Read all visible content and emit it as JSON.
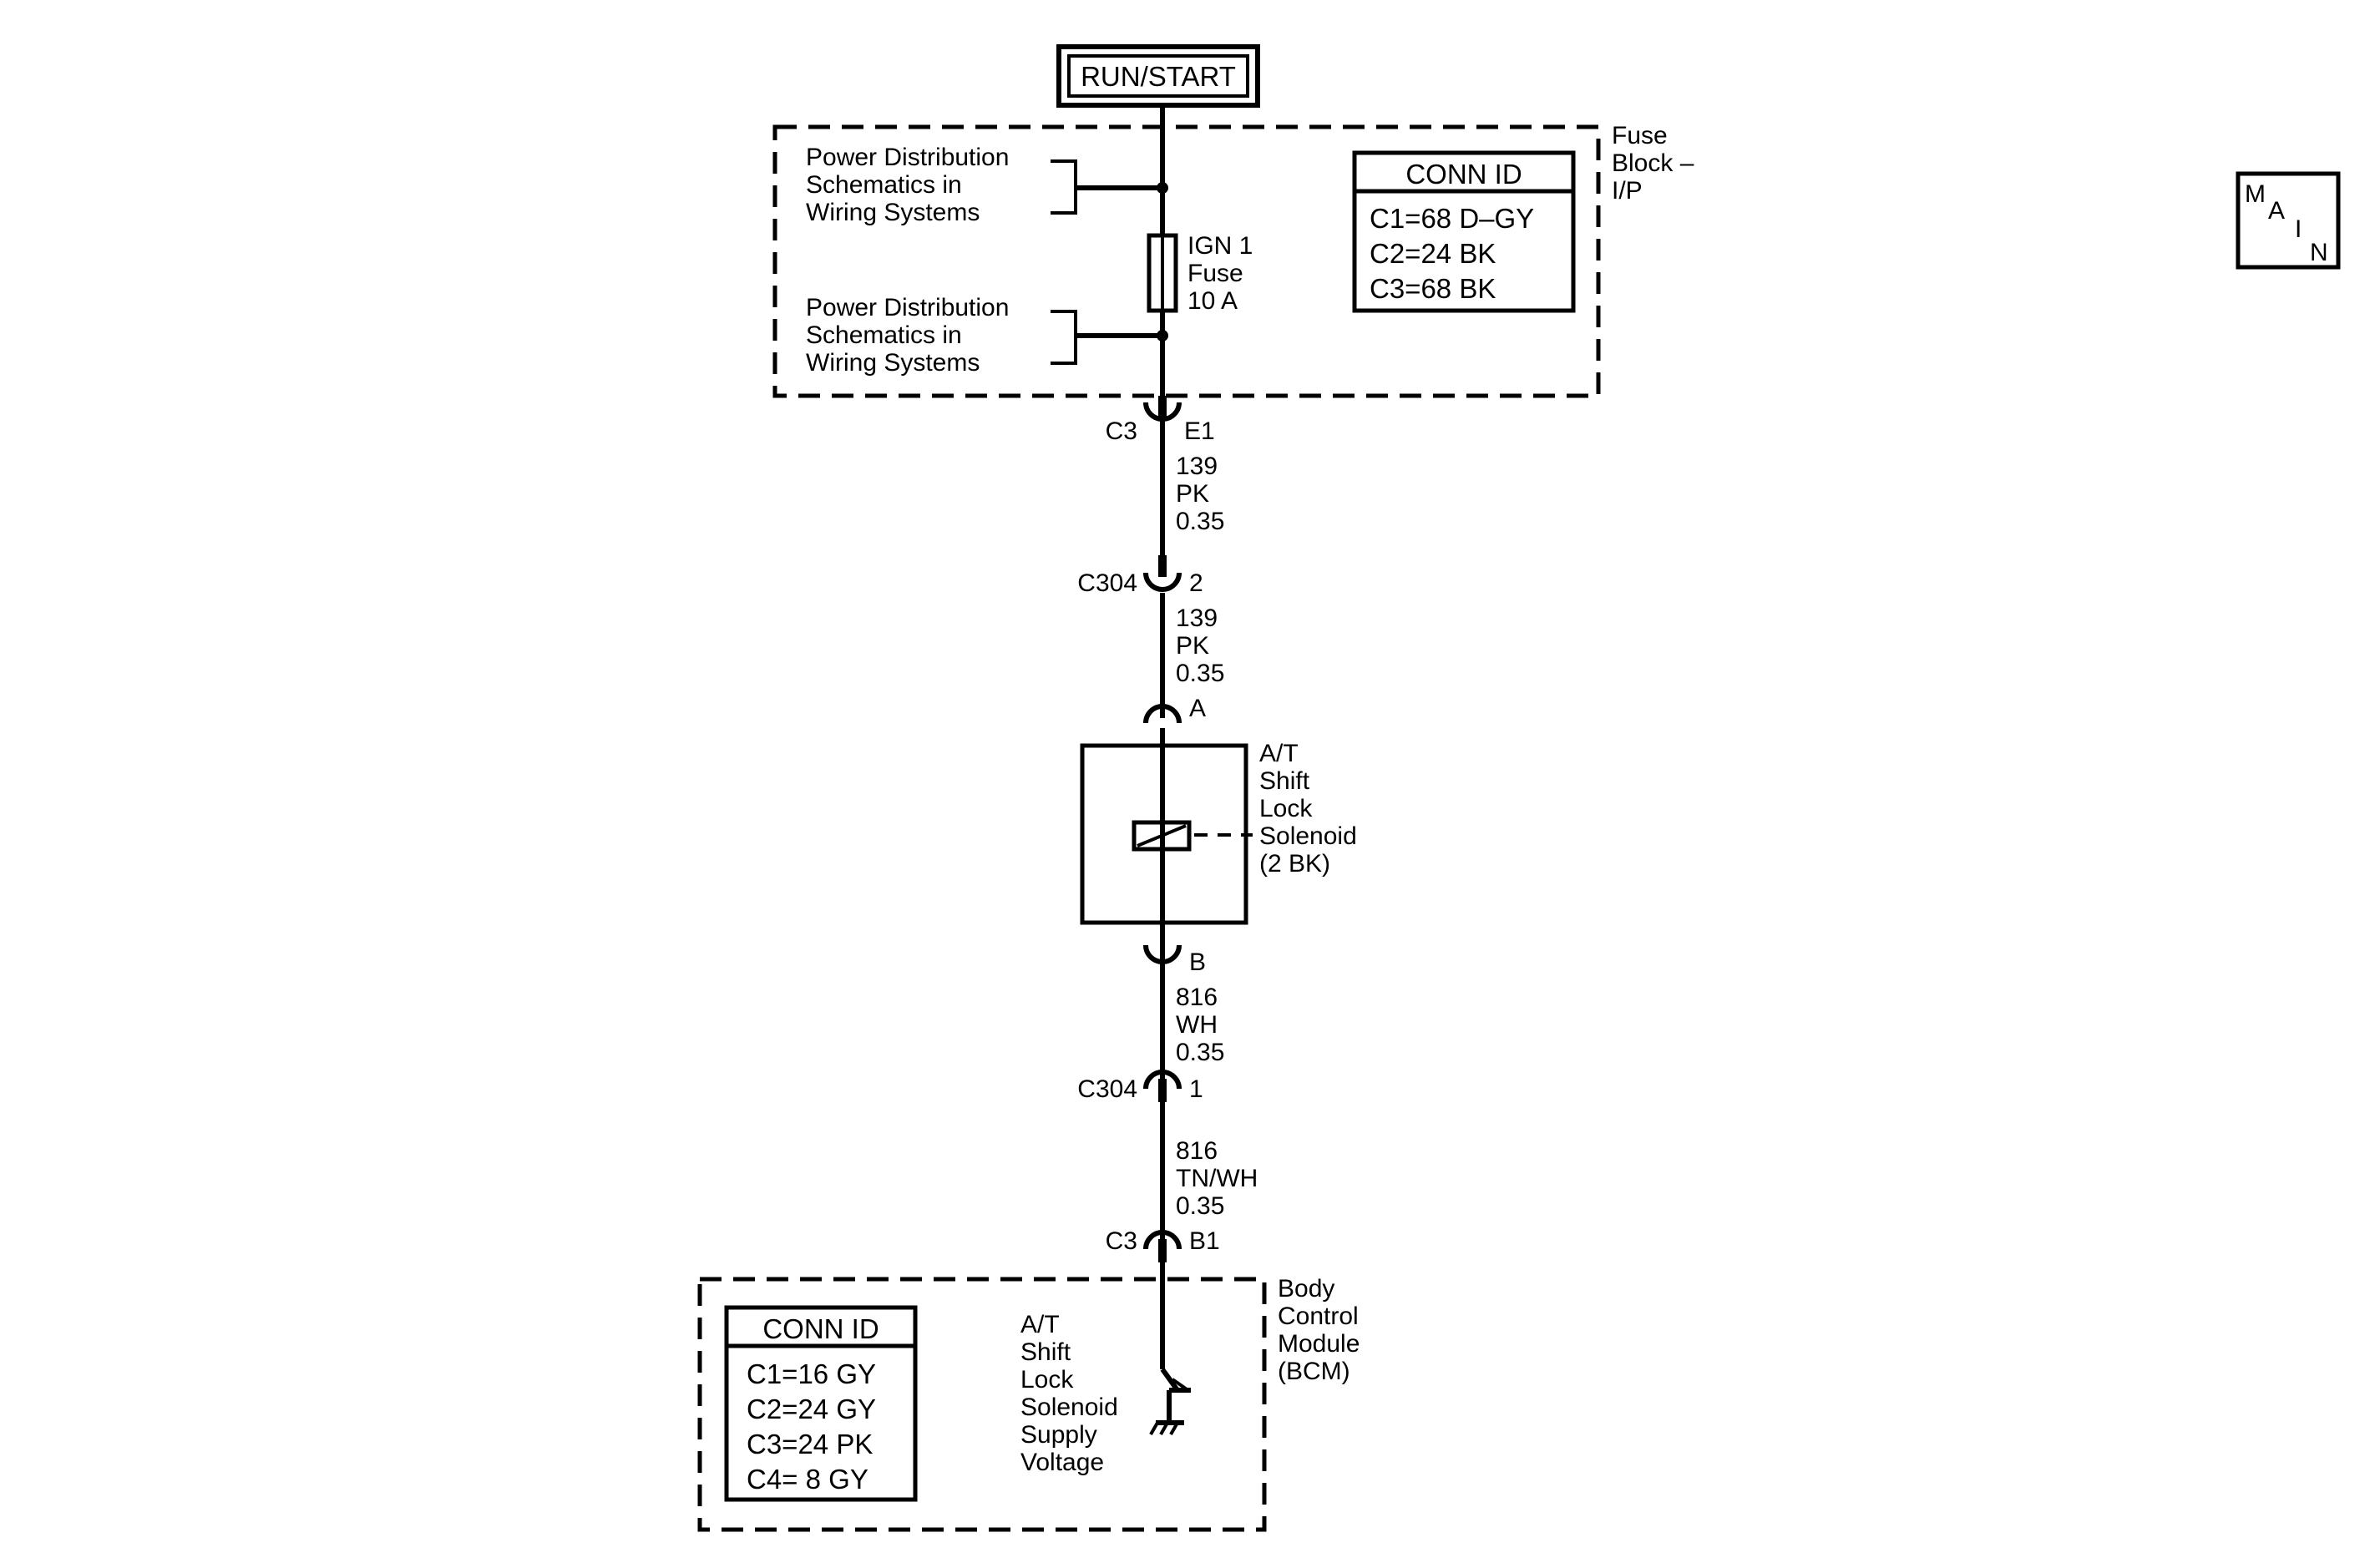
{
  "power_source": {
    "label": "RUN/START"
  },
  "fuse_block": {
    "title_lines": [
      "Fuse",
      "Block –",
      "I/P"
    ],
    "pd_ref_1": [
      "Power Distribution",
      "Schematics in",
      "Wiring Systems"
    ],
    "pd_ref_2": [
      "Power Distribution",
      "Schematics in",
      "Wiring Systems"
    ],
    "fuse_label": [
      "IGN 1",
      "Fuse",
      "10 A"
    ],
    "conn_id": {
      "title": "CONN ID",
      "rows": [
        "C1=68 D–GY",
        "C2=24 BK",
        "C3=68 BK"
      ]
    }
  },
  "main_badge": {
    "letters": [
      "M",
      "A",
      "I",
      "N"
    ]
  },
  "connectors": [
    {
      "name": "C3",
      "pin": "E1"
    },
    {
      "name": "C304",
      "pin": "2"
    },
    {
      "name": "",
      "pin": "A"
    },
    {
      "name": "",
      "pin": "B"
    },
    {
      "name": "C304",
      "pin": "1"
    },
    {
      "name": "C3",
      "pin": "B1"
    }
  ],
  "wires": [
    {
      "circuit": "139",
      "color": "PK",
      "gauge": "0.35"
    },
    {
      "circuit": "139",
      "color": "PK",
      "gauge": "0.35"
    },
    {
      "circuit": "816",
      "color": "WH",
      "gauge": "0.35"
    },
    {
      "circuit": "816",
      "color": "TN/WH",
      "gauge": "0.35"
    }
  ],
  "solenoid": {
    "label_lines": [
      "A/T",
      "Shift",
      "Lock",
      "Solenoid",
      "(2 BK)"
    ]
  },
  "bcm": {
    "title_lines": [
      "Body",
      "Control",
      "Module",
      "(BCM)"
    ],
    "function_lines": [
      "A/T",
      "Shift",
      "Lock",
      "Solenoid",
      "Supply",
      "Voltage"
    ],
    "conn_id": {
      "title": "CONN ID",
      "rows": [
        "C1=16 GY",
        "C2=24 GY",
        "C3=24 PK",
        "C4=  8 GY"
      ]
    }
  }
}
